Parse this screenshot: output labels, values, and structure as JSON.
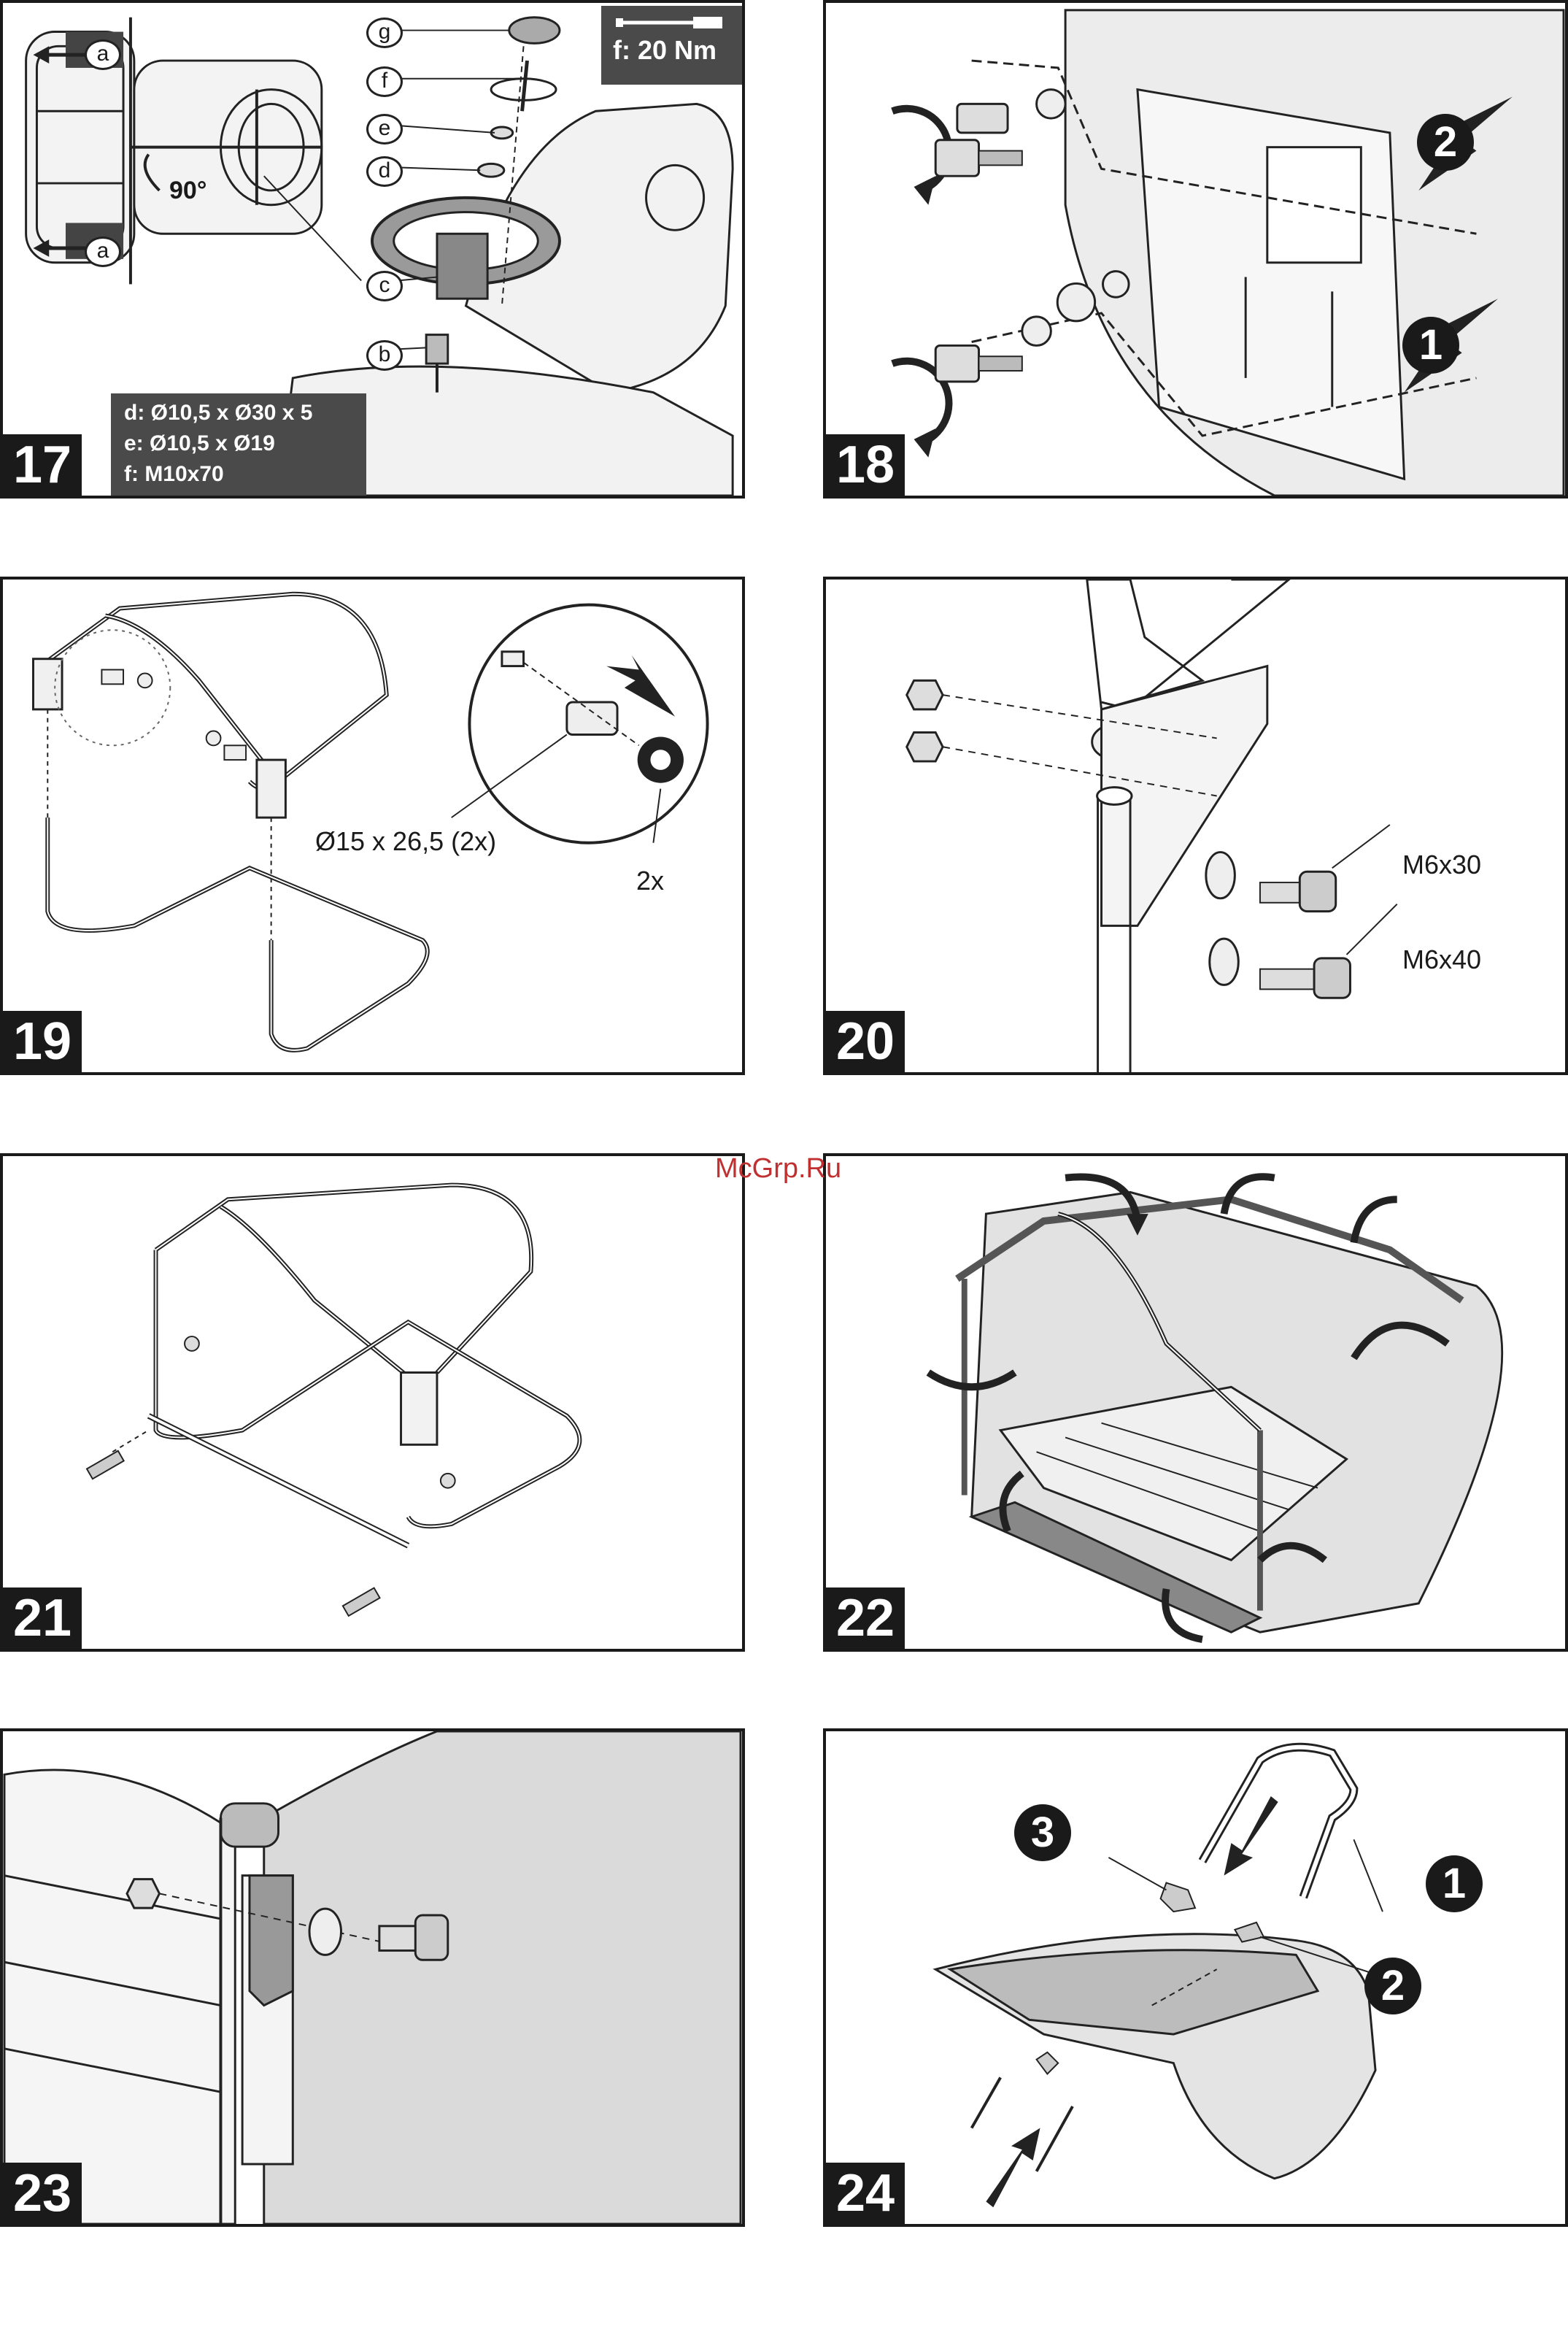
{
  "watermark": "McGrp.Ru",
  "panels": {
    "p17": {
      "step": "17",
      "torque": "f: 20 Nm",
      "labels": [
        "a",
        "a",
        "g",
        "f",
        "e",
        "d",
        "c",
        "b"
      ],
      "angle": "90°",
      "specs": [
        "d:  Ø10,5 x Ø30 x 5",
        "e:  Ø10,5 x Ø19",
        "f:   M10x70"
      ]
    },
    "p18": {
      "step": "18",
      "labels": [
        "2",
        "1"
      ]
    },
    "p19": {
      "step": "19",
      "spacer": "Ø15 x 26,5 (2x)",
      "count": "2x"
    },
    "p20": {
      "step": "20",
      "bolts": [
        "M6x30",
        "M6x40"
      ]
    },
    "p21": {
      "step": "21"
    },
    "p22": {
      "step": "22"
    },
    "p23": {
      "step": "23"
    },
    "p24": {
      "step": "24",
      "labels": [
        "3",
        "1",
        "2"
      ]
    }
  }
}
